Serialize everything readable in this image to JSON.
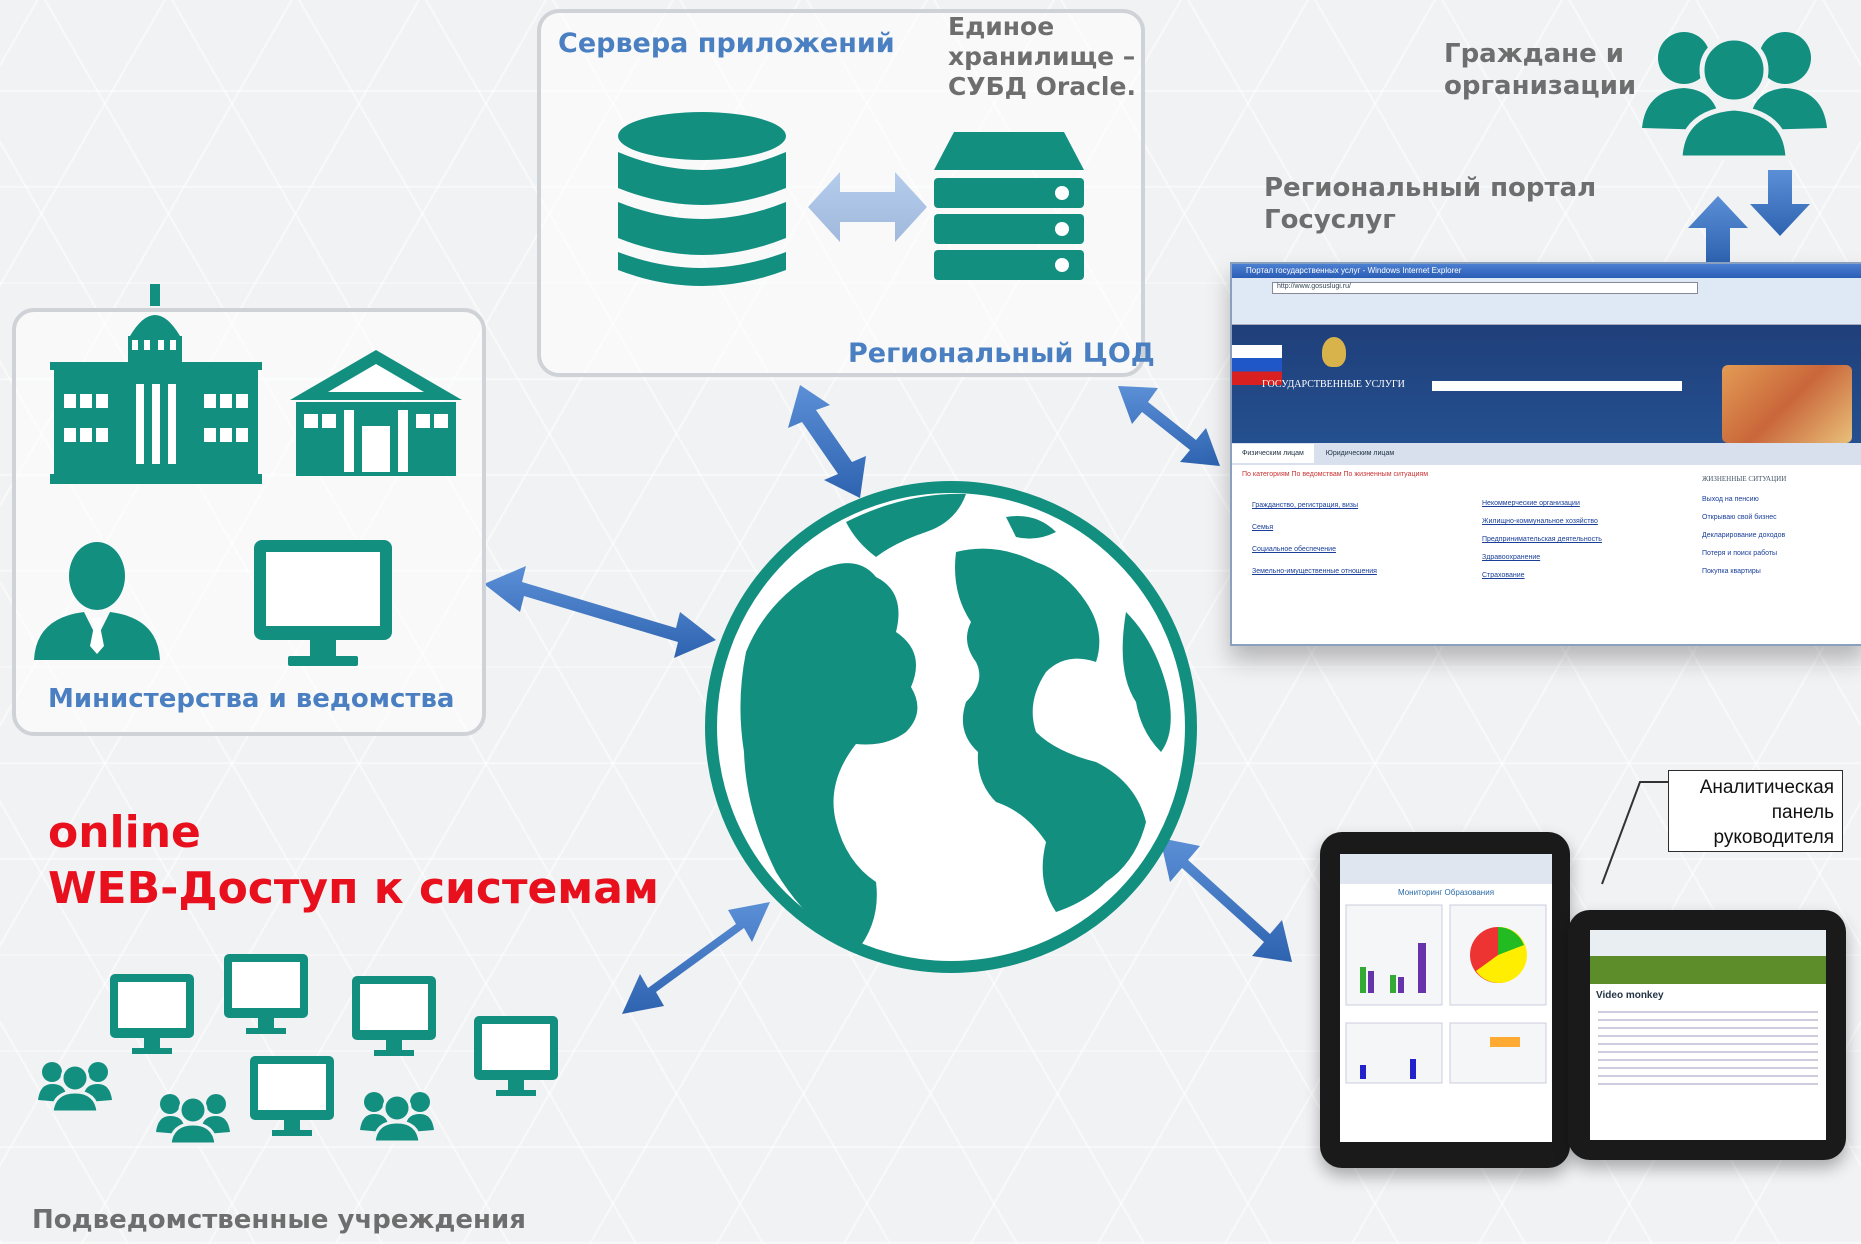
{
  "app_servers_label": "Сервера приложений",
  "storage_label": "Единое\nхранилище –\nСУБД Oracle.",
  "datacenter_label": "Региональный ЦОД",
  "citizens_label": "Граждане и\nорганизации",
  "portal_label": "Региональный портал\nГосуслуг",
  "ministries_label": "Министерства и ведомства",
  "online_line1": "online",
  "online_line2": "WEB-Доступ к системам",
  "subordinate_label": "Подведомственные учреждения",
  "dashboard_callout": "Аналитическая\nпанель\nруководителя",
  "colors": {
    "teal": "#138f80",
    "arrow_blue": "#3d74bf",
    "accent_red": "#e8101c",
    "label_blue": "#4a7fc1"
  },
  "browser": {
    "title": "Портал государственных услуг - Windows Internet Explorer",
    "url": "http://www.gosuslugi.ru/",
    "brand": "ГОСУДАРСТВЕННЫЕ УСЛУГИ",
    "tab1": "Физическим лицам",
    "tab2": "Юридическим лицам",
    "filters": "По категориям   По ведомствам   По жизненным ситуациям",
    "side_title": "ЖИЗНЕННЫЕ СИТУАЦИИ",
    "items": [
      "Гражданство, регистрация, визы",
      "Семья",
      "Социальное обеспечение",
      "Земельно-имущественные отношения",
      "Некоммерческие организации",
      "Жилищно-коммунальное хозяйство",
      "Предпринимательская деятельность",
      "Здравоохранение",
      "Страхование"
    ],
    "side_items": [
      "Выход на пенсию",
      "Открываю свой бизнес",
      "Декларирование доходов",
      "Потеря и поиск работы",
      "Покупка квартиры"
    ]
  },
  "tablet1": {
    "heading": "Мониторинг Образования"
  },
  "tablet2": {
    "heading": "Video monkey"
  }
}
